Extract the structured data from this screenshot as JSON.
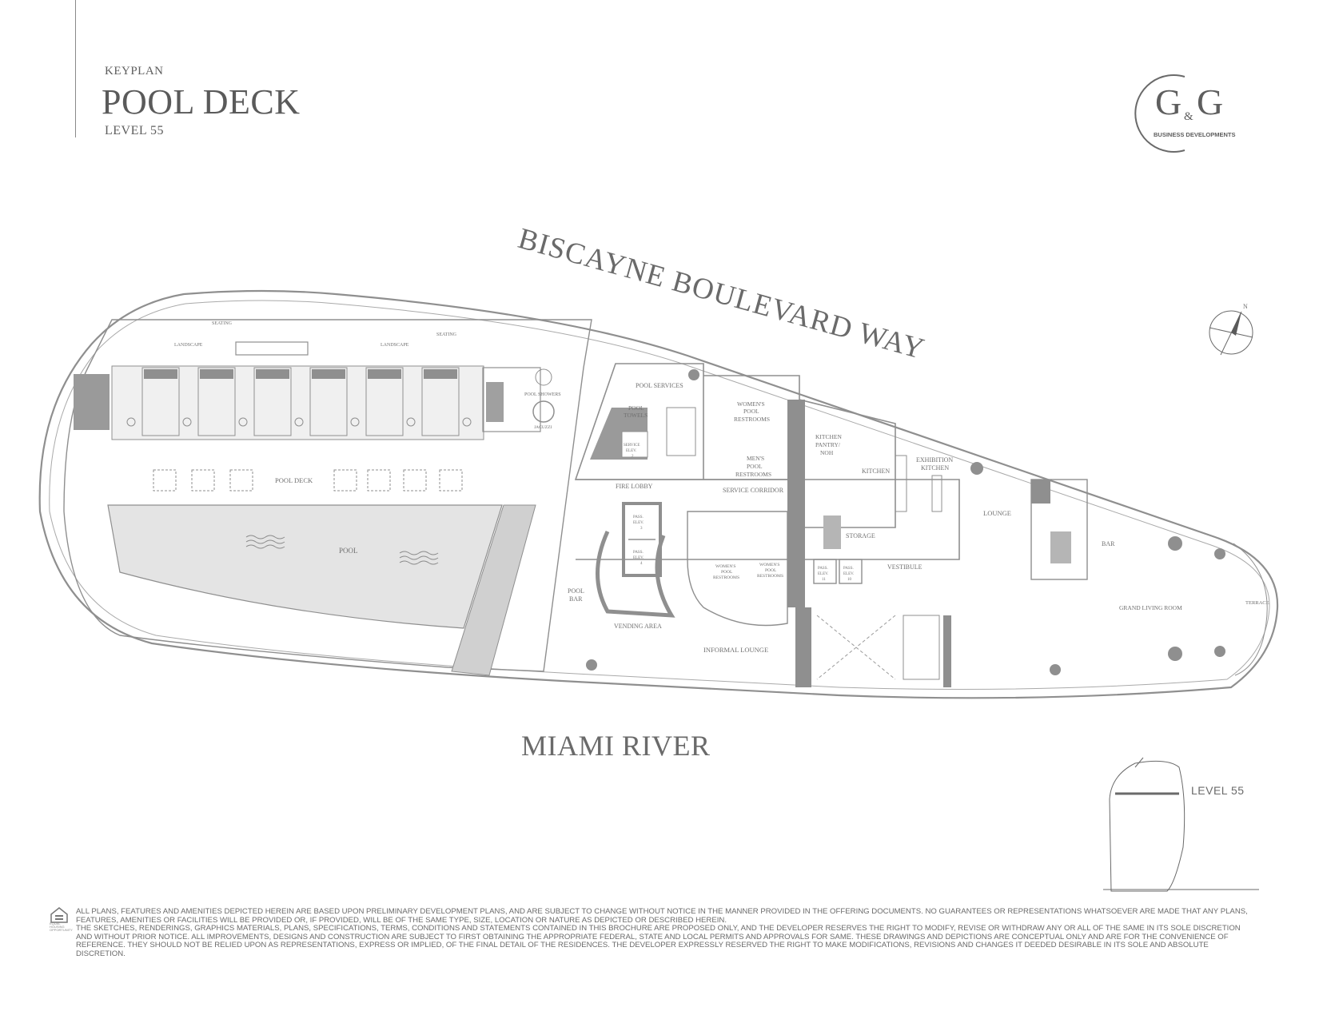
{
  "header": {
    "keyplan": "KEYPLAN",
    "title": "POOL DECK",
    "level": "LEVEL 55"
  },
  "logo": {
    "letters": "G&G",
    "g1": "G",
    "amp": "&",
    "g2": "G",
    "tagline": "BUSINESS DEVELOPMENTS"
  },
  "streets": {
    "north": "BISCAYNE BOULEVARD WAY",
    "south": "MIAMI RIVER"
  },
  "compass": {
    "label": "N"
  },
  "rooms": {
    "seating_left": "SEATING",
    "seating_right": "SEATING",
    "landscape_left": "LANDSCAPE",
    "landscape_right": "LANDSCAPE",
    "pool_showers": "POOL SHOWERS",
    "jacuzzi": "JACUZZI",
    "pool_deck": "POOL DECK",
    "pool": "POOL",
    "pool_services": "POOL SERVICES",
    "pool_towels_1": "POOL",
    "pool_towels_2": "TOWELS",
    "service_elev_1": "SERVICE",
    "service_elev_2": "ELEV.",
    "service_elev_3": "2",
    "fire_lobby": "FIRE LOBBY",
    "womens_pool_restrooms_1": "WOMEN'S",
    "womens_pool_restrooms_2": "POOL",
    "womens_pool_restrooms_3": "RESTROOMS",
    "mens_pool_restrooms_1": "MEN'S",
    "mens_pool_restrooms_2": "POOL",
    "mens_pool_restrooms_3": "RESTROOMS",
    "service_corridor": "SERVICE CORRIDOR",
    "kitchen_pantry_1": "KITCHEN",
    "kitchen_pantry_2": "PANTRY/",
    "kitchen_pantry_3": "NOH",
    "kitchen": "KITCHEN",
    "exhibition_kitchen_1": "EXHIBITION",
    "exhibition_kitchen_2": "KITCHEN",
    "lounge": "LOUNGE",
    "bar": "BAR",
    "storage": "STORAGE",
    "vestibule": "VESTIBULE",
    "pass_elev_3_1": "PASS.",
    "pass_elev_3_2": "ELEV.",
    "pass_elev_3_3": "3",
    "pass_elev_4_1": "PASS.",
    "pass_elev_4_2": "ELEV.",
    "pass_elev_4_3": "4",
    "pass_elev_11_1": "PASS.",
    "pass_elev_11_2": "ELEV.",
    "pass_elev_11_3": "11",
    "pass_elev_10_1": "PASS.",
    "pass_elev_10_2": "ELEV.",
    "pass_elev_10_3": "10",
    "womens_pool_restrooms_b_1": "WOMEN'S",
    "womens_pool_restrooms_b_2": "POOL",
    "womens_pool_restrooms_b_3": "RESTROOMS",
    "womens_pool_restrooms_c_1": "WOMEN'S",
    "womens_pool_restrooms_c_2": "POOL",
    "womens_pool_restrooms_c_3": "RESTROOMS",
    "pool_bar_1": "POOL",
    "pool_bar_2": "BAR",
    "vending_area": "VENDING AREA",
    "informal_lounge": "INFORMAL LOUNGE",
    "grand_living_room": "GRAND LIVING ROOM",
    "terrace": "TERRACE"
  },
  "tower": {
    "label": "LEVEL 55"
  },
  "eho": {
    "text": "EQUAL HOUSING OPPORTUNITY"
  },
  "disclaimer": {
    "line1": "ALL PLANS, FEATURES AND AMENITIES DEPICTED HEREIN ARE BASED UPON PRELIMINARY DEVELOPMENT PLANS, AND ARE SUBJECT TO CHANGE WITHOUT NOTICE IN THE MANNER PROVIDED IN THE OFFERING DOCUMENTS. NO GUARANTEES OR REPRESENTATIONS WHATSOEVER ARE MADE THAT ANY PLANS, FEATURES, AMENITIES OR FACILITIES WILL BE PROVIDED OR, IF PROVIDED, WILL BE OF THE SAME TYPE, SIZE, LOCATION OR NATURE AS DEPICTED OR DESCRIBED HEREIN.",
    "line2": "THE SKETCHES, RENDERINGS, GRAPHICS MATERIALS, PLANS, SPECIFICATIONS, TERMS, CONDITIONS AND STATEMENTS CONTAINED IN THIS BROCHURE ARE PROPOSED ONLY, AND THE DEVELOPER RESERVES THE RIGHT TO MODIFY, REVISE OR WITHDRAW ANY OR ALL OF THE SAME IN ITS SOLE DISCRETION AND WITHOUT PRIOR NOTICE.  ALL IMPROVEMENTS, DESIGNS AND CONSTRUCTION ARE SUBJECT TO FIRST OBTAINING THE APPROPRIATE FEDERAL, STATE AND LOCAL PERMITS AND APPROVALS FOR SAME.  THESE DRAWINGS AND DEPICTIONS ARE CONCEPTUAL ONLY AND ARE FOR THE CONVENIENCE OF REFERENCE.  THEY SHOULD NOT BE RELIED UPON AS REPRESENTATIONS, EXPRESS OR IMPLIED, OF THE FINAL DETAIL OF THE RESIDENCES.  THE DEVELOPER EXPRESSLY RESERVED THE RIGHT TO MAKE MODIFICATIONS, REVISIONS AND CHANGES IT DEEDED DESIRABLE IN ITS SOLE AND ABSOLUTE DISCRETION."
  },
  "colors": {
    "wall": "#8f8f8f",
    "pool_fill": "#e4e4e4",
    "text": "#707070"
  }
}
